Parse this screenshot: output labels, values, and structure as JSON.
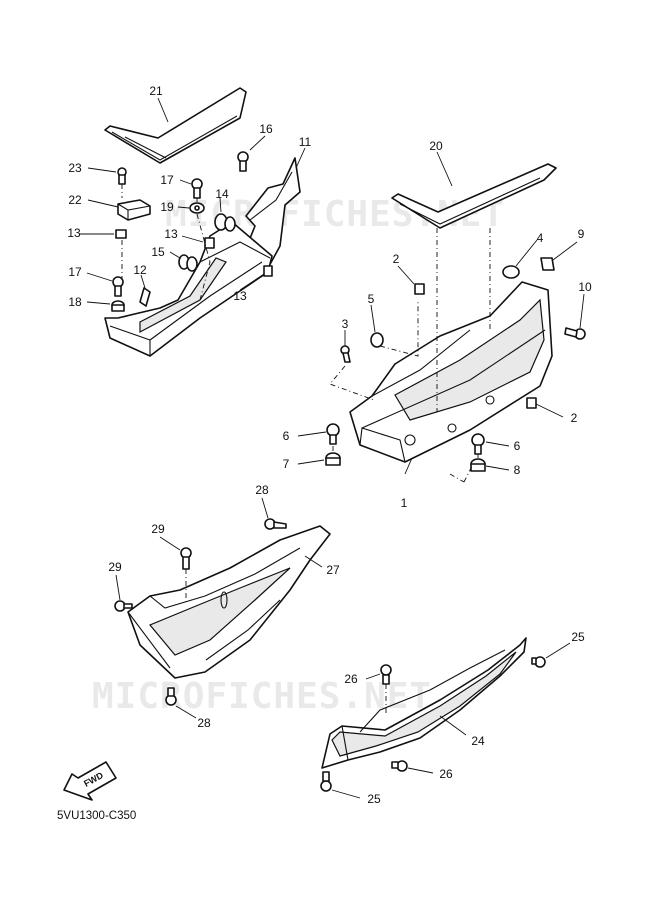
{
  "watermark": "MICROFICHES.NET",
  "diagram_code": "5VU1300-C350",
  "direction_label": "FWD",
  "callouts": {
    "c1": "1",
    "c2a": "2",
    "c2b": "2",
    "c3": "3",
    "c4": "4",
    "c5": "5",
    "c6a": "6",
    "c6b": "6",
    "c7": "7",
    "c8": "8",
    "c9": "9",
    "c10": "10",
    "c11": "11",
    "c12": "12",
    "c13a": "13",
    "c13b": "13",
    "c13c": "13",
    "c14": "14",
    "c15": "15",
    "c16": "16",
    "c17a": "17",
    "c17b": "17",
    "c18": "18",
    "c19": "19",
    "c20": "20",
    "c21": "21",
    "c22": "22",
    "c23": "23",
    "c24": "24",
    "c25a": "25",
    "c25b": "25",
    "c26a": "26",
    "c26b": "26",
    "c27": "27",
    "c28a": "28",
    "c28b": "28",
    "c29a": "29",
    "c29b": "29"
  }
}
